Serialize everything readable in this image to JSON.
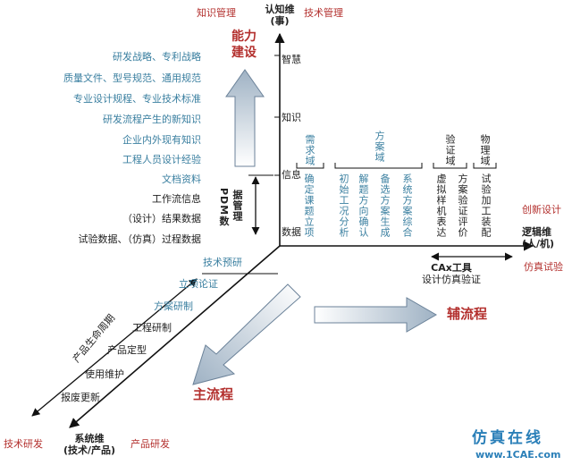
{
  "top_axis": {
    "label": "认知维",
    "sub": "(事)",
    "left_corner": "知识管理",
    "right_corner": "技术管理",
    "levels": [
      "智慧",
      "知识",
      "信息",
      "数据"
    ]
  },
  "capability": {
    "line1": "能力",
    "line2": "建设"
  },
  "left_list": [
    {
      "text": "研发战略、专利战略",
      "color": "blue"
    },
    {
      "text": "质量文件、型号规范、通用规范",
      "color": "blue"
    },
    {
      "text": "专业设计规程、专业技术标准",
      "color": "blue"
    },
    {
      "text": "研发流程产生的新知识",
      "color": "blue"
    },
    {
      "text": "企业内外现有知识",
      "color": "blue"
    },
    {
      "text": "工程人员设计经验",
      "color": "blue"
    },
    {
      "text": "文档资料",
      "color": "blue"
    },
    {
      "text": "工作流信息",
      "color": "black"
    },
    {
      "text": "（设计）结果数据",
      "color": "black"
    },
    {
      "text": "试验数据、（仿真）过程数据",
      "color": "black"
    }
  ],
  "pdm": {
    "line1": "PDM数",
    "line2": "据管理"
  },
  "domains": {
    "requirement": "需求域",
    "solution": "方案域",
    "verification": "验证域",
    "physical": "物理域"
  },
  "columns": [
    {
      "text": "确定课题立项",
      "color": "blue"
    },
    {
      "text": "初始工况分析",
      "color": "blue"
    },
    {
      "text": "解题方向确认",
      "color": "blue"
    },
    {
      "text": "备选方案生成",
      "color": "blue"
    },
    {
      "text": "系统方案综合",
      "color": "blue"
    },
    {
      "text": "虚拟样机表达",
      "color": "black"
    },
    {
      "text": "方案验证评价",
      "color": "black"
    },
    {
      "text": "试验加工装配",
      "color": "black"
    }
  ],
  "right_axis": {
    "label": "逻辑维",
    "sub": "(人/机)",
    "top_corner": "创新设计",
    "bottom_corner": "仿真试验"
  },
  "cax": {
    "line1": "CAx工具",
    "line2": "设计仿真验证"
  },
  "aux_flow": "辅流程",
  "main_flow": "主流程",
  "tech_forecast": "技术预研",
  "lifecycle_label": "产品生命周期",
  "lifecycle_items": [
    {
      "text": "立项论证",
      "color": "blue"
    },
    {
      "text": "方案研制",
      "color": "blue"
    },
    {
      "text": "工程研制",
      "color": "black"
    },
    {
      "text": "产品定型",
      "color": "black"
    },
    {
      "text": "使用维护",
      "color": "black"
    },
    {
      "text": "报废更新",
      "color": "black"
    }
  ],
  "bottom_axis": {
    "label": "系统维",
    "sub": "(技术/产品)",
    "left_corner": "技术研发",
    "right_corner": "产品研发"
  },
  "watermark": {
    "cn": "仿真在线",
    "url": "www.1CAE.com"
  },
  "colors": {
    "blue": "#3a7fa0",
    "red": "#b3302e",
    "arrow": "#8fa4b8",
    "arrow_stroke": "#6b8299"
  }
}
